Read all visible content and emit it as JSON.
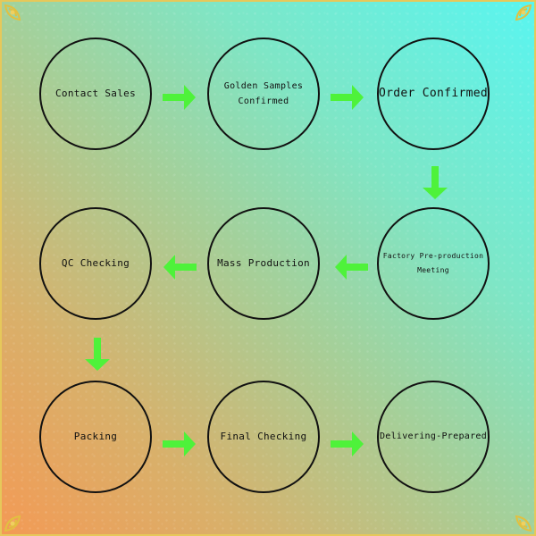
{
  "colors": {
    "arrow": "#4ef23a",
    "circle_stroke": "#111111",
    "frame": "#e6c85a"
  },
  "steps": [
    {
      "label": "Contact Sales"
    },
    {
      "label": "Golden Samples\nConfirmed"
    },
    {
      "label": "Order Confirmed"
    },
    {
      "label": "Factory Pre-production\nMeeting"
    },
    {
      "label": "Mass Production"
    },
    {
      "label": "QC Checking"
    },
    {
      "label": "Packing"
    },
    {
      "label": "Final Checking"
    },
    {
      "label": "Delivering-Prepared"
    }
  ],
  "icons": {
    "arrow_right": "arrow-right-icon",
    "arrow_left": "arrow-left-icon",
    "arrow_down": "arrow-down-icon",
    "corner": "ornament-icon"
  }
}
